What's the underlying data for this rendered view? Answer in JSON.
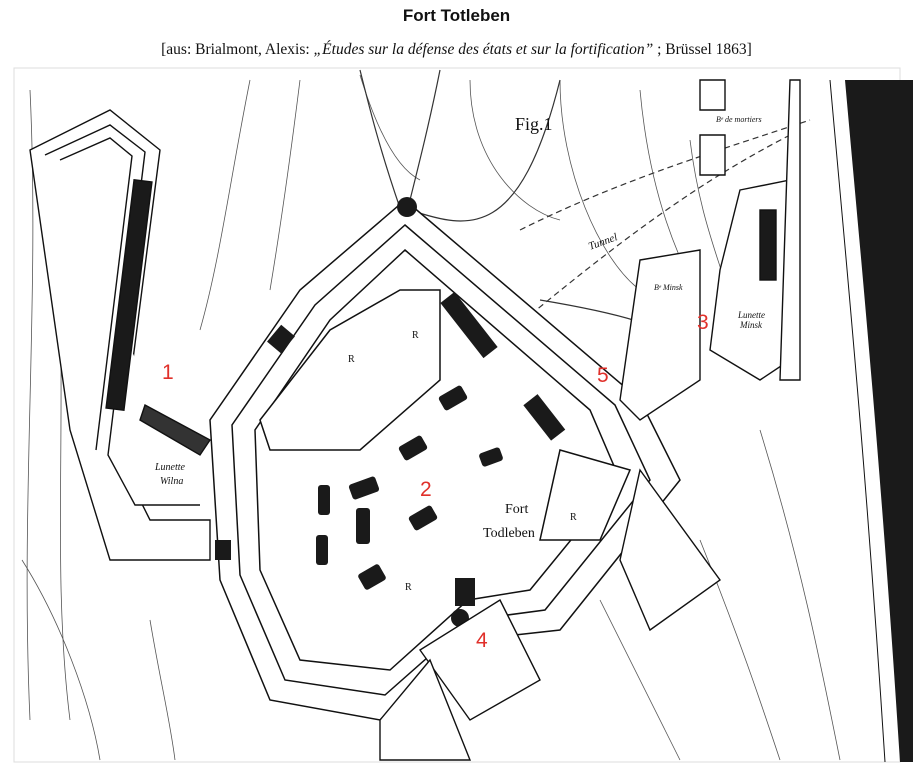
{
  "header": {
    "title": "Fort Totleben",
    "citation_prefix": "[aus: Brialmont, Alexis: ",
    "citation_work": "„Études sur la défense des états et sur la fortification”",
    "citation_suffix": " ;  Brüssel 1863]"
  },
  "map": {
    "figure_label": "Fig.1",
    "fort_name_line1": "Fort",
    "fort_name_line2": "Todleben",
    "lunette_wilna_line1": "Lunette",
    "lunette_wilna_line2": "Wilna",
    "lunette_minsk_line1": "Lunette",
    "lunette_minsk_line2": "Minsk",
    "tunnel": "Tunnel",
    "mortar_battery": "Bᵉ de mortiers",
    "minsk_battery": "Bᵉ Minsk",
    "r_label": "R",
    "markers": [
      "1",
      "2",
      "3",
      "4",
      "5"
    ]
  },
  "colors": {
    "marker": "#e0302a",
    "ink": "#111111",
    "paper": "#ffffff"
  }
}
